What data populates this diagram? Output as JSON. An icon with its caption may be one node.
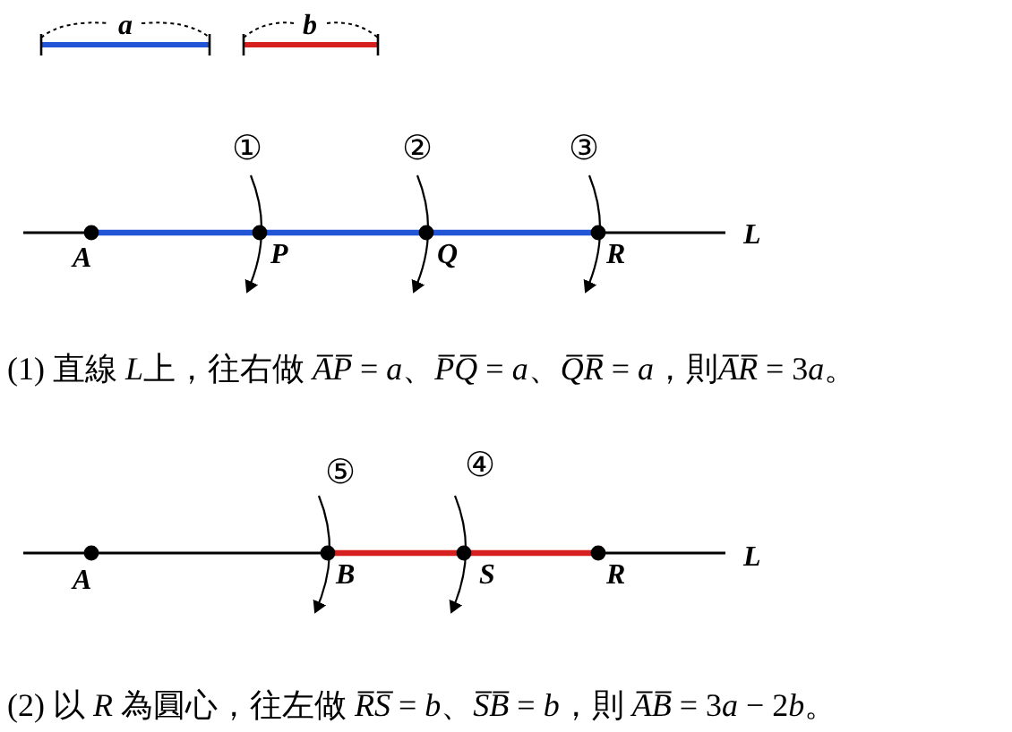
{
  "diagram": {
    "labels": [
      "*a*",
      "*b*",
      "①",
      "②",
      "③",
      "*A*",
      "*P*",
      "*Q*",
      "*R*",
      "*L*",
      "(1) 直線 L上，往右做 A̅P̅ = a、P̅Q̅ = a、Q̅R̅ = a，則A̅R̅ = 3a。",
      "⑤",
      "④",
      "*A*",
      "*B*",
      "*S*",
      "*R*",
      "*L*",
      "(2) 以 R 為圓心，往左做 R̅S̅ = b、S̅B̅ = b，則 A̅B̅ = 3a − 2b。"
    ]
  }
}
